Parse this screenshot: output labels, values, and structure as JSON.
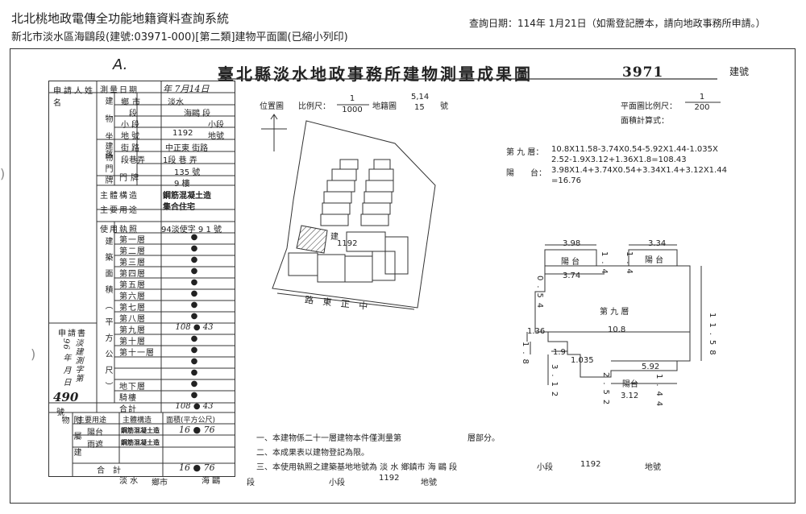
{
  "header": {
    "system_title": "北北桃地政電傳全功能地籍資料查詢系統",
    "subtitle": "新北市淡水區海鷗段(建號:03971-000)[第二類]建物平面圖(已縮小列印)",
    "query_date": "查詢日期：114年 1月21日（如需登記謄本，請向地政事務所申請。）"
  },
  "document": {
    "scribble": "A.",
    "title": "臺北縣淡水地政事務所建物測量成果圖",
    "building_no": "3971",
    "building_no_unit": "建號"
  },
  "left_table": {
    "applicant_label": "申請人姓名",
    "survey_date_label": "測量日期",
    "survey_date_value": "年 7月14日",
    "loc_group": "建物坐落",
    "township_label": "鄉市",
    "township_value": "淡水",
    "section_label": "段",
    "section_value": "海鷗 段",
    "subsection_label": "小段",
    "subsection_value": "小段",
    "landno_label": "地號",
    "landno_value": "1192",
    "landno_unit": "地號",
    "door_group": "建物門牌",
    "street_label": "街路",
    "street_value": "中正東 街路",
    "lane_label": "段巷弄",
    "lane_value": "1段 巷 弄",
    "doorplate_label": "門牌",
    "no_value": "135 號",
    "floor_value": "9 樓",
    "structure_label": "主體構造",
    "structure_value": "鋼筋混凝土造",
    "usage_label": "主要用途",
    "usage_value": "集合住宅",
    "license_label": "使用執照",
    "license_value": "94淡使字 9 1 號",
    "area_group": "建築面積（平方公尺）",
    "floors": [
      {
        "name": "第一層",
        "value": "●"
      },
      {
        "name": "第二層",
        "value": "●"
      },
      {
        "name": "第三層",
        "value": "●"
      },
      {
        "name": "第四層",
        "value": "●"
      },
      {
        "name": "第五層",
        "value": "●"
      },
      {
        "name": "第六層",
        "value": "●"
      },
      {
        "name": "第七層",
        "value": "●"
      },
      {
        "name": "第八層",
        "value": "●"
      },
      {
        "name": "第九層",
        "value": "108 ● 43"
      },
      {
        "name": "第十層",
        "value": "●"
      },
      {
        "name": "第十一層",
        "value": "●"
      },
      {
        "name": "",
        "value": "●"
      },
      {
        "name": "",
        "value": "●"
      },
      {
        "name": "地下層",
        "value": "●"
      },
      {
        "name": "騎樓",
        "value": "●"
      },
      {
        "name": "合計",
        "value": "108 ● 43"
      }
    ],
    "appl_book_label": "申請書",
    "appl_no_handwritten": "淡建測字第 96 年 月 日",
    "number_label": "號",
    "stamp_number": "490",
    "attached_group": "附屬建物",
    "attached_header": {
      "usage": "主要用途",
      "structure": "主體構造",
      "area": "面積(平方公尺)"
    },
    "attached_rows": [
      {
        "usage": "陽台",
        "structure": "鋼筋混凝土造",
        "area": "16 ● 76"
      },
      {
        "usage": "雨遮",
        "structure": "鋼筋混凝土造",
        "area": ""
      }
    ],
    "attached_total_label": "合計",
    "attached_total_value": "16 ● 76"
  },
  "plan": {
    "location_label": "位置圖",
    "scale_label": "比例尺：",
    "scale_num": "1",
    "scale_den": "1000",
    "cadastral_label": "地籍圖",
    "sheet_no_top": "5,14",
    "sheet_no_bottom": "15",
    "sheet_no_unit": "號",
    "building_label": "建",
    "site_landno": "1192",
    "road_label": "路 東 正 中",
    "floor_plan_scale_label": "平面圖比例尺：",
    "fp_scale_num": "1",
    "fp_scale_den": "200",
    "area_calc_label": "面積計算式：",
    "calc_f9_label": "第 九 層：",
    "calc_f9_line1": "10.8X11.58-3.74X0.54-5.92X1.44-1.035X",
    "calc_f9_line2": "2.52-1.9X3.12+1.36X1.8=108.43",
    "calc_balcony_label": "陽　　台：",
    "calc_balcony_line1": "3.98X1.4+3.74X0.54+3.34X1.4+3.12X1.44",
    "calc_balcony_line2": "=16.76",
    "dims": {
      "d398": "3.98",
      "d334": "3.34",
      "d14a": "1.4",
      "d14b": "1.4",
      "d374": "3.74",
      "d054": "0.54",
      "d1158": "11.58",
      "d108": "10.8",
      "d136": "1.36",
      "d18": "1.8",
      "d19": "1.9",
      "d1035": "1.035",
      "d312v": "3.12",
      "d252": "2.52",
      "d592": "5.92",
      "d144": "1.44",
      "d312": "3.12"
    },
    "room_balcony_1": "陽 台",
    "room_balcony_2": "陽 台",
    "room_balcony_3": "陽台",
    "floor_label": "第 九 層"
  },
  "notes": {
    "n1": "一、本建物係二十一層建物本件僅測量第",
    "n1b": "層部分。",
    "n2": "二、本成果表以建物登記為限。",
    "n3": "三、本使用執照之建築基地地號為 淡 水  鄉鎮市  海 鷗 段",
    "n3b": "小段",
    "n3c": "1192",
    "n3d": "地號"
  },
  "footer": {
    "f1": "淡 水",
    "f2": "鄉市",
    "f3": "海 鷗",
    "f4": "段",
    "f5": "小段",
    "f6": "1192",
    "f7": "地號"
  }
}
